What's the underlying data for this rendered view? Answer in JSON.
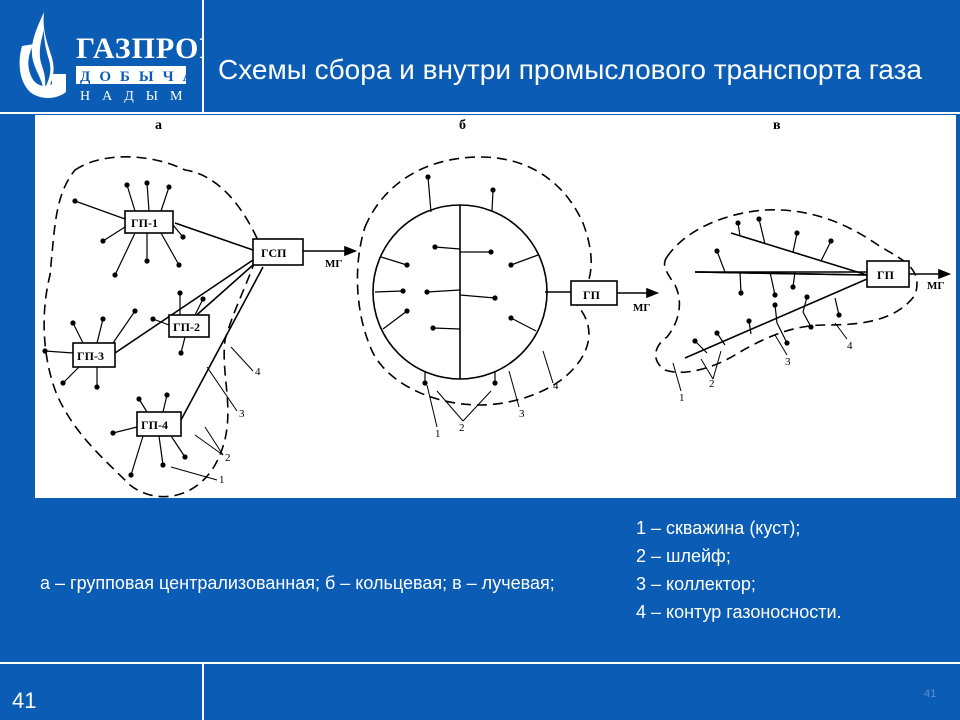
{
  "header": {
    "brand_name": "ГАЗПРОМ",
    "brand_sub": "ДОБЫЧА",
    "brand_city": "НАДЫМ",
    "title": "Схемы сбора и внутри промыслового транспорта газа"
  },
  "diagram": {
    "panel_labels": [
      "а",
      "б",
      "в"
    ],
    "a": {
      "nodes": [
        "ГП-1",
        "ГП-2",
        "ГП-3",
        "ГП-4",
        "ГСП"
      ],
      "out_label": "МГ",
      "callouts": [
        "1",
        "2",
        "3",
        "4"
      ]
    },
    "b": {
      "node": "ГП",
      "out_label": "МГ",
      "callouts": [
        "1",
        "2",
        "3",
        "4"
      ]
    },
    "c": {
      "node": "ГП",
      "out_label": "МГ",
      "callouts": [
        "1",
        "2",
        "3",
        "4"
      ]
    }
  },
  "legend": [
    "1 – скважина (куст);",
    "2 – шлейф;",
    "3 – коллектор;",
    "4 – контур газоносности."
  ],
  "caption": "а – групповая централизованная; б – кольцевая; в – лучевая;",
  "footer": {
    "page": "41",
    "page_small": "41"
  },
  "colors": {
    "background": "#0a5cb4",
    "panel": "#ffffff",
    "ink": "#000000"
  }
}
